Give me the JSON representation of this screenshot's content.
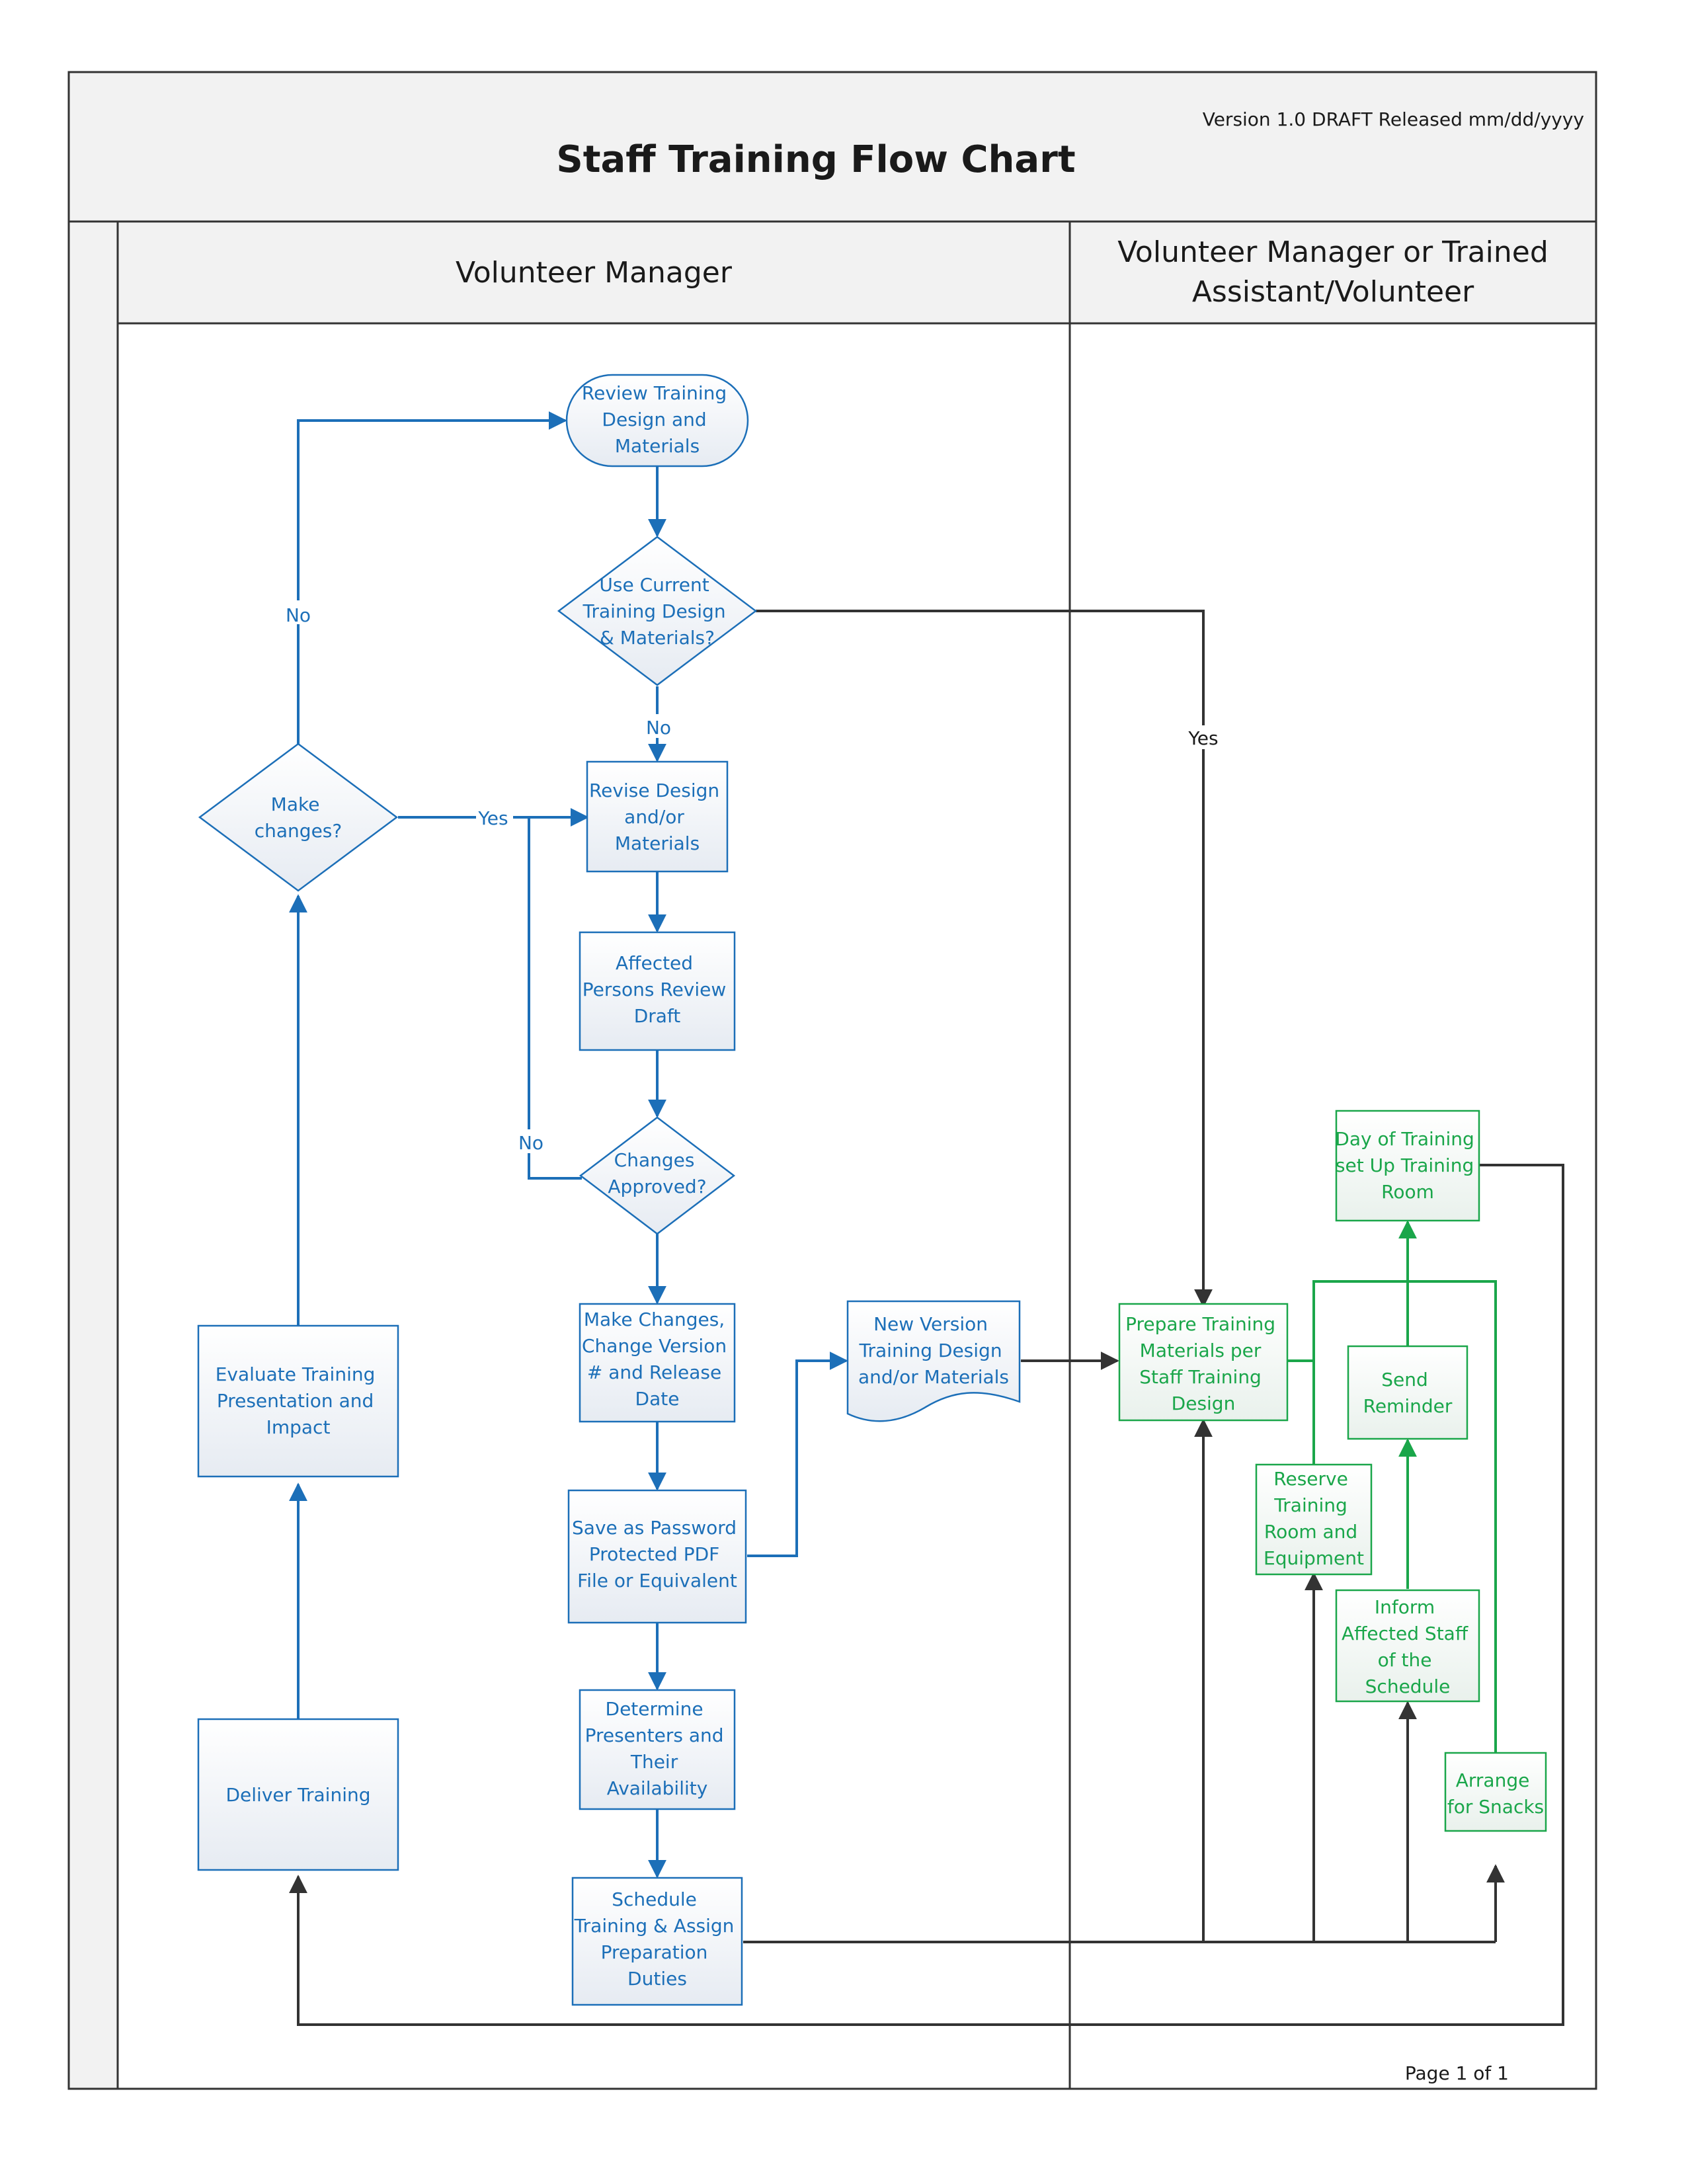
{
  "header": {
    "title": "Staff Training Flow Chart",
    "version": "Version 1.0 DRAFT  Released  mm/dd/yyyy"
  },
  "lanes": {
    "left": {
      "title": "Volunteer Manager"
    },
    "right": {
      "title_line1": "Volunteer Manager or Trained",
      "title_line2": "Assistant/Volunteer"
    }
  },
  "nodes": {
    "review": {
      "lines": [
        "Review Training",
        "Design and",
        "Materials"
      ]
    },
    "use_current": {
      "lines": [
        "Use Current",
        "Training Design",
        "& Materials?"
      ]
    },
    "revise": {
      "lines": [
        "Revise Design",
        "and/or",
        "Materials"
      ]
    },
    "affected": {
      "lines": [
        "Affected",
        "Persons Review",
        "Draft"
      ]
    },
    "approved": {
      "lines": [
        "Changes",
        "Approved?"
      ]
    },
    "make_changes": {
      "lines": [
        "Make Changes,",
        "Change Version",
        "# and Release",
        "Date"
      ]
    },
    "save_pdf": {
      "lines": [
        "Save as Password",
        "Protected PDF",
        "File or Equivalent"
      ]
    },
    "presenters": {
      "lines": [
        "Determine",
        "Presenters and",
        "Their",
        "Availability"
      ]
    },
    "schedule": {
      "lines": [
        "Schedule",
        "Training & Assign",
        "Preparation",
        "Duties"
      ]
    },
    "new_version": {
      "lines": [
        "New Version",
        "Training Design",
        "and/or Materials"
      ]
    },
    "make_changes_q": {
      "lines": [
        "Make",
        "changes?"
      ]
    },
    "evaluate": {
      "lines": [
        "Evaluate Training",
        "Presentation and",
        "Impact"
      ]
    },
    "deliver": {
      "lines": [
        "Deliver Training"
      ]
    },
    "prepare": {
      "lines": [
        "Prepare Training",
        "Materials per",
        "Staff Training",
        "Design"
      ]
    },
    "day_of": {
      "lines": [
        "Day of Training",
        "set Up Training",
        "Room"
      ]
    },
    "reminder": {
      "lines": [
        "Send",
        "Reminder"
      ]
    },
    "reserve": {
      "lines": [
        "Reserve",
        "Training",
        "Room and",
        "Equipment"
      ]
    },
    "inform": {
      "lines": [
        "Inform",
        "Affected Staff",
        "of the",
        "Schedule"
      ]
    },
    "snacks": {
      "lines": [
        "Arrange",
        "for Snacks"
      ]
    }
  },
  "edge_labels": {
    "no_review": "No",
    "no_use_current": "No",
    "yes_use_current": "Yes",
    "yes_make_changes": "Yes",
    "no_approved": "No"
  },
  "footer": {
    "page": "Page 1 of 1"
  },
  "colors": {
    "blue": "#1c6fb8",
    "green": "#1aa64a",
    "dark": "#333333",
    "node_fill": "#eef2f7",
    "header_fill": "#f2f2f2"
  }
}
